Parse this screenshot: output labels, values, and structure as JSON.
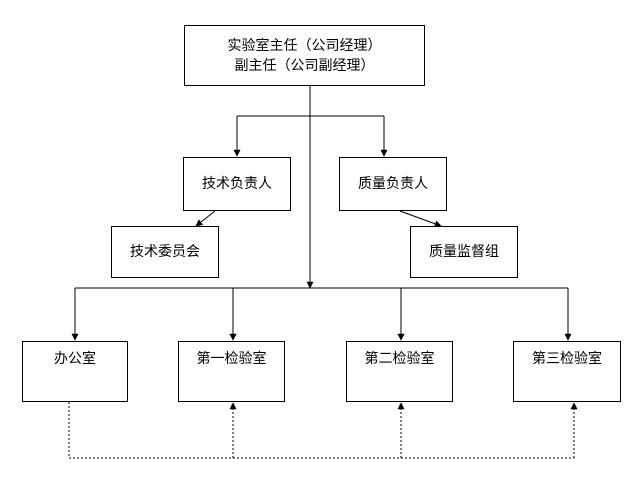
{
  "director": {
    "line1": "实验室主任（公司经理）",
    "line2": "副主任（公司副经理）"
  },
  "tech_lead": "技术负责人",
  "quality_lead": "质量负责人",
  "tech_committee": "技术委员会",
  "quality_supervision": "质量监督组",
  "office": "办公室",
  "lab_1": "第一检验室",
  "lab_2": "第二检验室",
  "lab_3": "第三检验室",
  "colors": {
    "line": "#000000",
    "box_border": "#000000",
    "background": "#ffffff"
  }
}
